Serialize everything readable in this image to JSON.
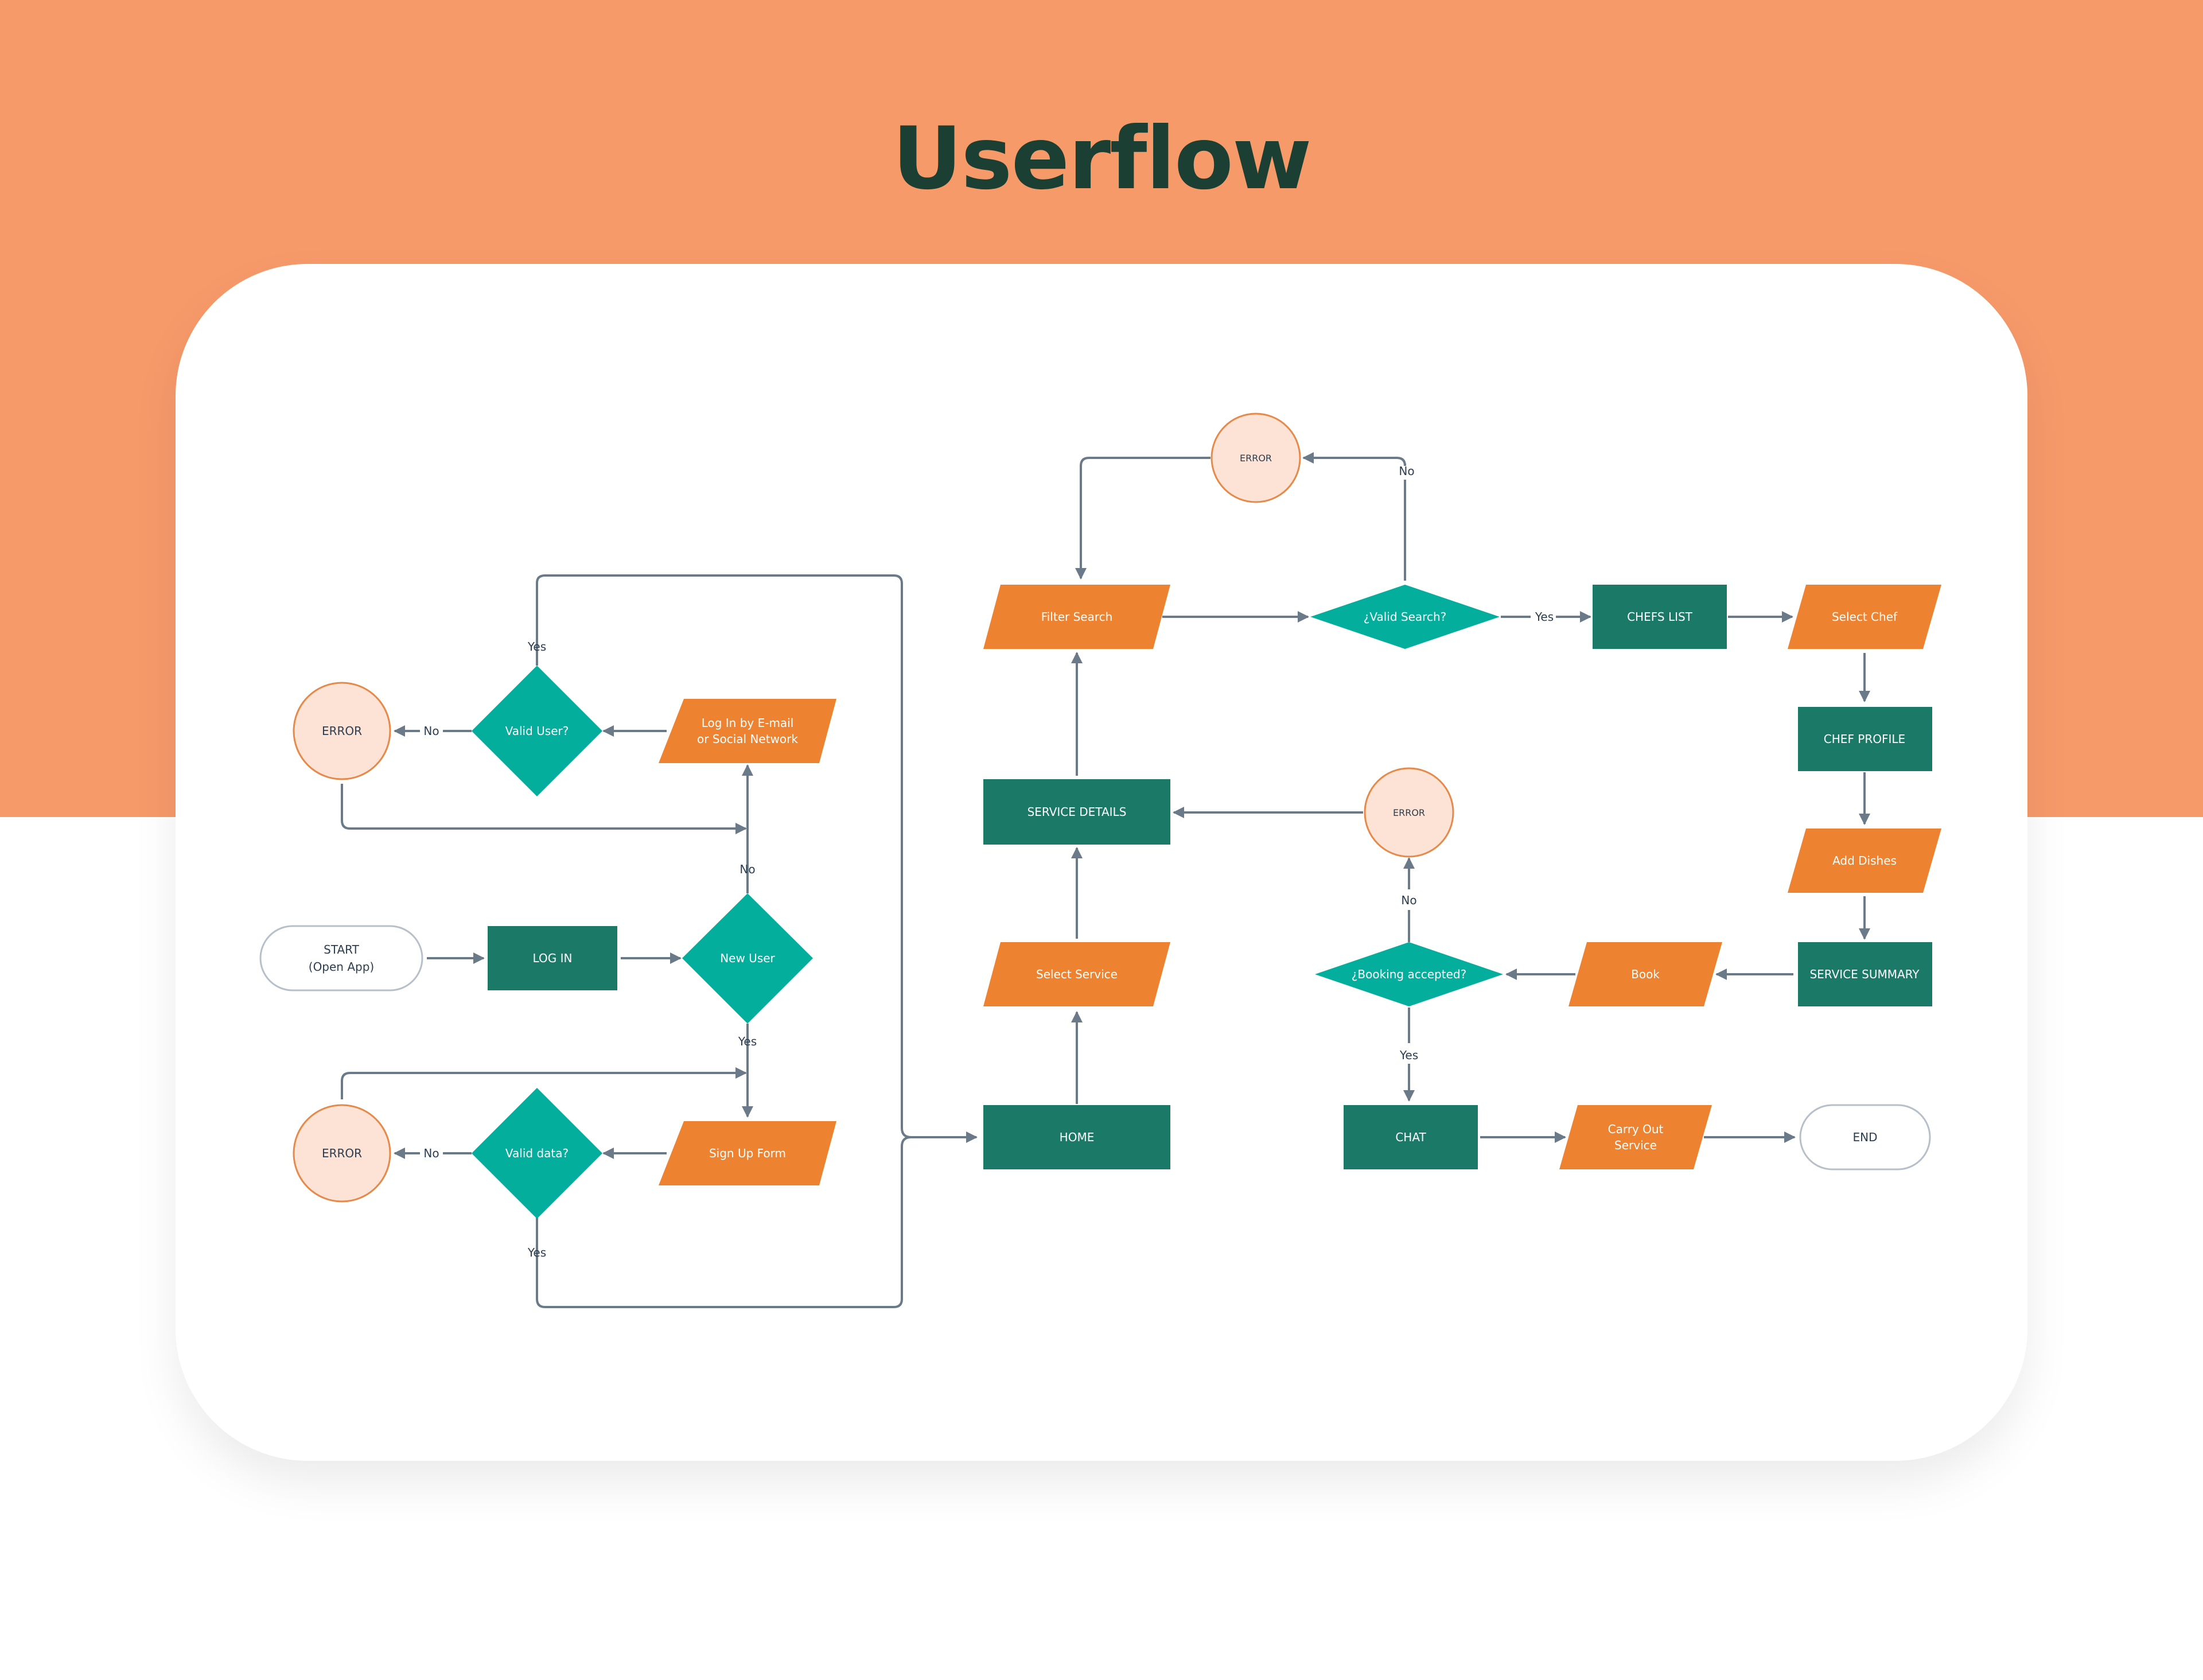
{
  "title": "Userflow",
  "colors": {
    "background_band": "#f79a6a",
    "title": "#1b3f33",
    "process": "#1b7a67",
    "decision": "#04ae9c",
    "io": "#ed8330",
    "error_fill": "#fce3d5",
    "error_stroke": "#e58a4a",
    "terminal_stroke": "#b7c0c8",
    "edge": "#6b7a89"
  },
  "nodes": {
    "start": {
      "line1": "START",
      "line2": "(Open App)",
      "kind": "terminal"
    },
    "login": {
      "label": "LOG IN",
      "kind": "process"
    },
    "new_user": {
      "label": "New User",
      "kind": "decision"
    },
    "login_email": {
      "line1": "Log In by E-mail",
      "line2": "or Social Network",
      "kind": "io"
    },
    "valid_user": {
      "label": "Valid User?",
      "kind": "decision"
    },
    "error_login": {
      "label": "ERROR",
      "kind": "error"
    },
    "signup_form": {
      "label": "Sign Up Form",
      "kind": "io"
    },
    "valid_data": {
      "label": "Valid data?",
      "kind": "decision"
    },
    "error_signup": {
      "label": "ERROR",
      "kind": "error"
    },
    "home": {
      "label": "HOME",
      "kind": "process"
    },
    "select_service": {
      "label": "Select Service",
      "kind": "io"
    },
    "service_details": {
      "label": "SERVICE DETAILS",
      "kind": "process"
    },
    "filter_search": {
      "label": "Filter Search",
      "kind": "io"
    },
    "valid_search": {
      "label": "¿Valid Search?",
      "kind": "decision"
    },
    "error_search": {
      "label": "ERROR",
      "kind": "error"
    },
    "chefs_list": {
      "label": "CHEFS LIST",
      "kind": "process"
    },
    "select_chef": {
      "label": "Select Chef",
      "kind": "io"
    },
    "chef_profile": {
      "label": "CHEF PROFILE",
      "kind": "process"
    },
    "add_dishes": {
      "label": "Add Dishes",
      "kind": "io"
    },
    "service_summary": {
      "label": "SERVICE SUMMARY",
      "kind": "process"
    },
    "book": {
      "label": "Book",
      "kind": "io"
    },
    "booking_accepted": {
      "label": "¿Booking accepted?",
      "kind": "decision"
    },
    "error_booking": {
      "label": "ERROR",
      "kind": "error"
    },
    "chat": {
      "label": "CHAT",
      "kind": "process"
    },
    "carry_out": {
      "line1": "Carry Out",
      "line2": "Service",
      "kind": "io"
    },
    "end": {
      "label": "END",
      "kind": "terminal"
    }
  },
  "edge_labels": {
    "yes": "Yes",
    "no": "No"
  }
}
